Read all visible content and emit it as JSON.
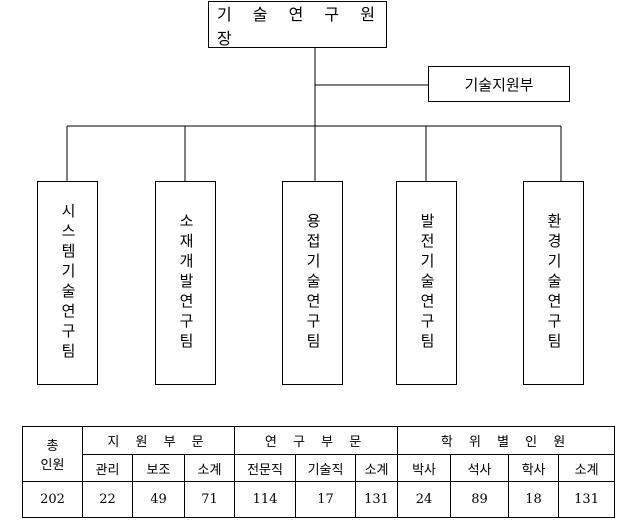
{
  "org_chart": {
    "director": "기 술 연 구 원 장",
    "support_dept": "기술지원부",
    "teams": [
      "시스템기술연구팀",
      "소재개발연구팀",
      "용접기술연구팀",
      "발전기술연구팀",
      "환경기술연구팀"
    ]
  },
  "staff_table": {
    "total_header_line1": "총",
    "total_header_line2": "인원",
    "groups": [
      "지 원 부 문",
      "연 구 부 문",
      "학 위 별 인 원"
    ],
    "subheaders": [
      "관리",
      "보조",
      "소계",
      "전문직",
      "기술직",
      "소계",
      "박사",
      "석사",
      "학사",
      "소계"
    ],
    "values": [
      "202",
      "22",
      "49",
      "71",
      "114",
      "17",
      "131",
      "24",
      "89",
      "18",
      "131"
    ]
  }
}
